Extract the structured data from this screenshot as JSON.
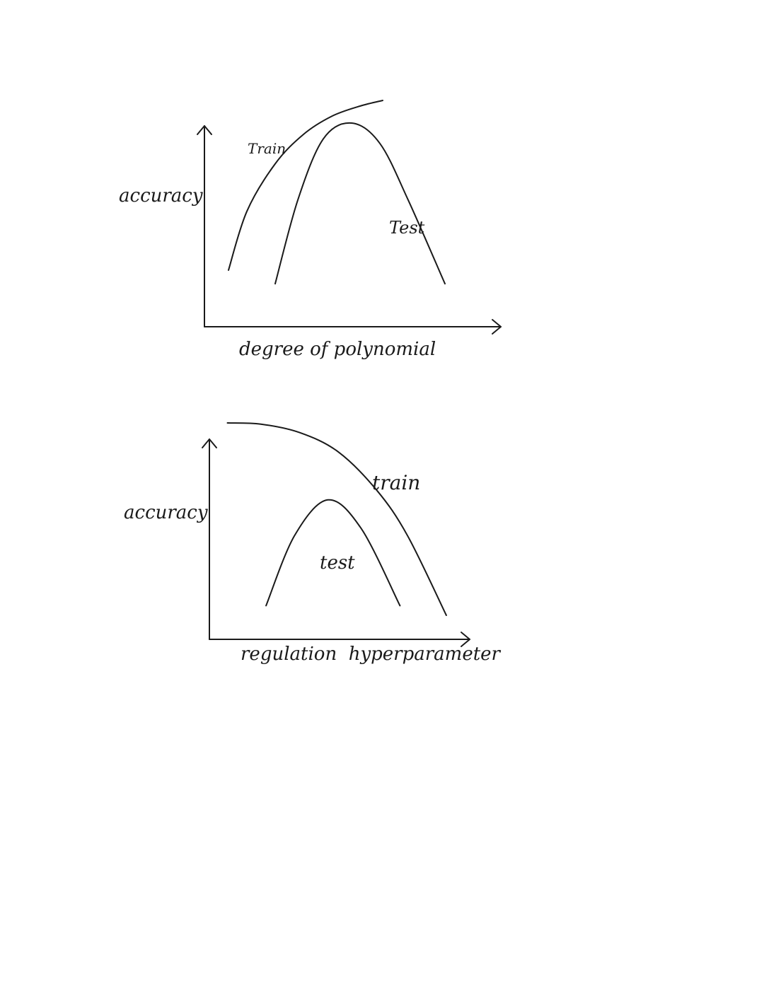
{
  "chart_data": [
    {
      "type": "line",
      "xlabel": "degree of polynomial",
      "ylabel": "accuracy",
      "x_ticks": false,
      "y_ticks": false,
      "xlim": [
        0,
        10
      ],
      "ylim": [
        0,
        10
      ],
      "series": [
        {
          "name": "Train",
          "x": [
            0.85,
            1.5,
            2.5,
            3.5,
            4.5,
            5.5,
            6.3
          ],
          "y": [
            2.5,
            5.1,
            7.2,
            8.5,
            9.3,
            9.75,
            10.0
          ]
        },
        {
          "name": "Test",
          "x": [
            2.5,
            3.3,
            4.2,
            5.2,
            6.2,
            7.2,
            8.5
          ],
          "y": [
            1.9,
            5.6,
            8.3,
            9.0,
            8.1,
            5.6,
            1.9
          ]
        }
      ]
    },
    {
      "type": "line",
      "xlabel": "regulation  hyperparameter",
      "ylabel": "accuracy",
      "x_ticks": false,
      "y_ticks": false,
      "xlim": [
        0,
        10
      ],
      "ylim": [
        0,
        10
      ],
      "series": [
        {
          "name": "train",
          "x": [
            0.7,
            2.0,
            3.5,
            5.0,
            6.5,
            7.7,
            9.2
          ],
          "y": [
            9.0,
            8.95,
            8.6,
            7.8,
            6.2,
            4.3,
            1.0
          ]
        },
        {
          "name": "test",
          "x": [
            2.2,
            3.3,
            4.6,
            5.9,
            7.4
          ],
          "y": [
            1.4,
            4.3,
            5.8,
            4.6,
            1.4
          ]
        }
      ]
    }
  ]
}
